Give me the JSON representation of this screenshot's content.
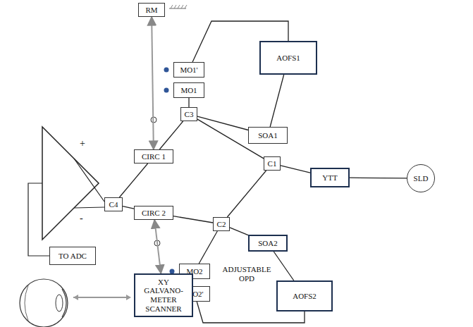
{
  "diagram": {
    "nodes": [
      {
        "text": [
          "RM"
        ]
      },
      {
        "text": [
          "MO1'"
        ]
      },
      {
        "text": [
          "MO1"
        ]
      },
      {
        "text": [
          "AOFS1"
        ]
      },
      {
        "text": [
          "C3"
        ]
      },
      {
        "text": [
          "SOA1"
        ]
      },
      {
        "text": [
          "CIRC 1"
        ]
      },
      {
        "text": [
          "C1"
        ]
      },
      {
        "text": [
          "YTT"
        ]
      },
      {
        "text": [
          "SLD"
        ]
      },
      {
        "text": [
          "C4"
        ]
      },
      {
        "text": [
          "CIRC 2"
        ]
      },
      {
        "text": [
          "C2"
        ]
      },
      {
        "text": [
          "SOA2"
        ]
      },
      {
        "text": [
          "MO2"
        ]
      },
      {
        "text": [
          "MO2'"
        ]
      },
      {
        "text": [
          "AOFS2"
        ]
      },
      {
        "text": [
          "TO ADC"
        ]
      },
      {
        "text": [
          "XY GALVANO- METER SCANNER"
        ]
      }
    ],
    "edges": [
      {
        "from": 9,
        "to": 8,
        "arrow": "none"
      },
      {
        "from": 8,
        "to": 7,
        "arrow": "none"
      },
      {
        "from": 7,
        "to": 4,
        "arrow": "none"
      },
      {
        "from": 7,
        "to": 12,
        "arrow": "none"
      },
      {
        "from": 4,
        "to": 5,
        "arrow": "none"
      },
      {
        "from": 5,
        "to": 3,
        "arrow": "none"
      },
      {
        "from": 3,
        "to": 1,
        "arrow": "none"
      },
      {
        "from": 2,
        "to": 4,
        "arrow": "none"
      },
      {
        "from": 4,
        "to": 6,
        "arrow": "none"
      },
      {
        "from": 6,
        "to": 0,
        "arrow": "both"
      },
      {
        "from": 6,
        "to": 10,
        "arrow": "none"
      },
      {
        "from": 12,
        "to": 11,
        "arrow": "none"
      },
      {
        "from": 11,
        "to": 10,
        "arrow": "none"
      },
      {
        "from": 12,
        "to": 13,
        "arrow": "none"
      },
      {
        "from": 13,
        "to": 16,
        "arrow": "none"
      },
      {
        "from": 16,
        "to": 15,
        "arrow": "none"
      },
      {
        "from": 14,
        "to": 12,
        "arrow": "none"
      },
      {
        "from": 11,
        "to": 18,
        "arrow": "both"
      }
    ],
    "labels": [
      "+",
      "-",
      "ADJUSTABLE OPD"
    ]
  }
}
